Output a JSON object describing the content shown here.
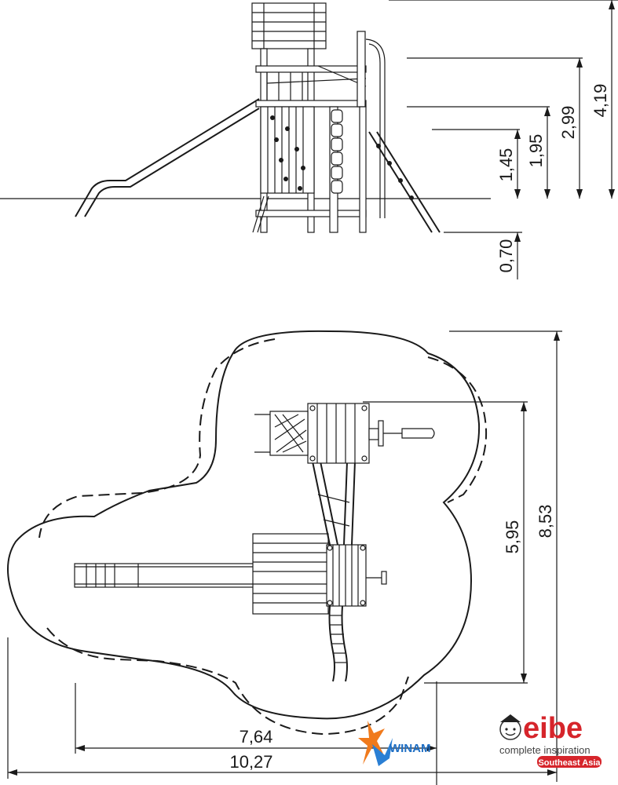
{
  "side_view": {
    "dimensions": [
      "4,19",
      "2,99",
      "1,95",
      "1,45",
      "0,70"
    ]
  },
  "top_view": {
    "dimensions": [
      "5,95",
      "8,53",
      "7,64",
      "10,27"
    ]
  },
  "branding": {
    "winam_text": "WINAM",
    "eibe_text": "eibe",
    "eibe_tagline": "complete inspiration",
    "eibe_region": "Southeast Asia"
  }
}
